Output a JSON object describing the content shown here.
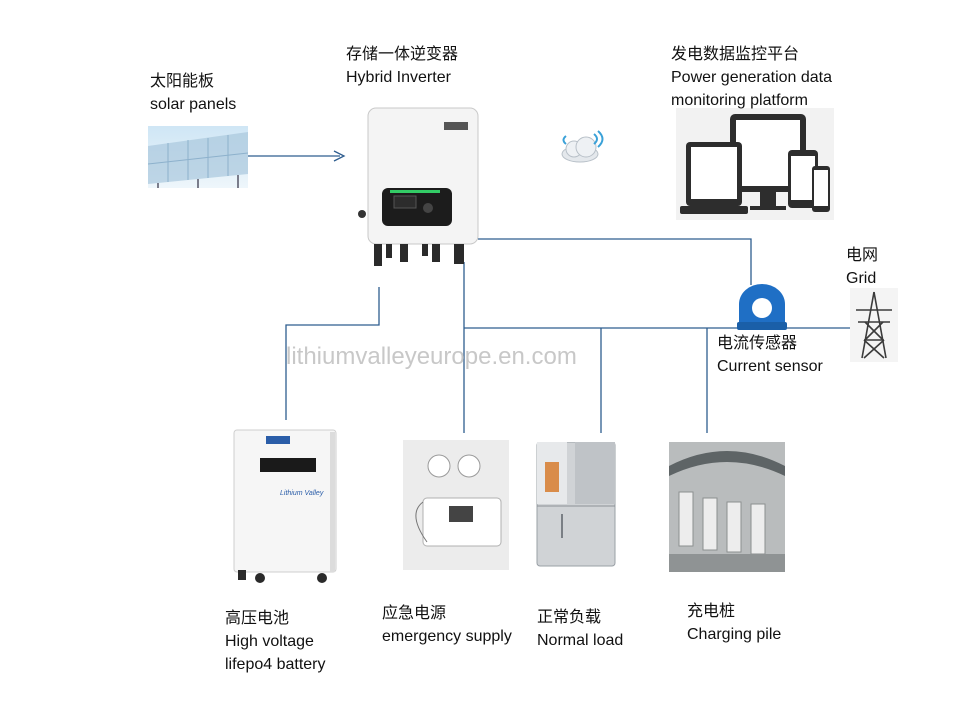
{
  "labels": {
    "inverter": {
      "zh": "存储一体逆变器",
      "en": "Hybrid Inverter"
    },
    "solar": {
      "zh": "太阳能板",
      "en": "solar panels"
    },
    "monitor": {
      "zh": "发电数据监控平台",
      "en1": "Power generation data",
      "en2": "monitoring platform"
    },
    "grid": {
      "zh": "电网",
      "en": "Grid"
    },
    "sensor": {
      "zh": "电流传感器",
      "en": "Current sensor"
    },
    "battery": {
      "zh": "高压电池",
      "en1": "High voltage",
      "en2": "lifepo4 battery"
    },
    "emergency": {
      "zh": "应急电源",
      "en": "emergency supply"
    },
    "load": {
      "zh": "正常负载",
      "en": "Normal load"
    },
    "charging": {
      "zh": "充电桩",
      "en": "Charging pile"
    }
  },
  "watermark": "lithiumvalleyeurope.en.com",
  "battery_brand": "Lithium Valley",
  "colors": {
    "wire": "#2e5d8f",
    "sensor": "#1f6fc5"
  }
}
